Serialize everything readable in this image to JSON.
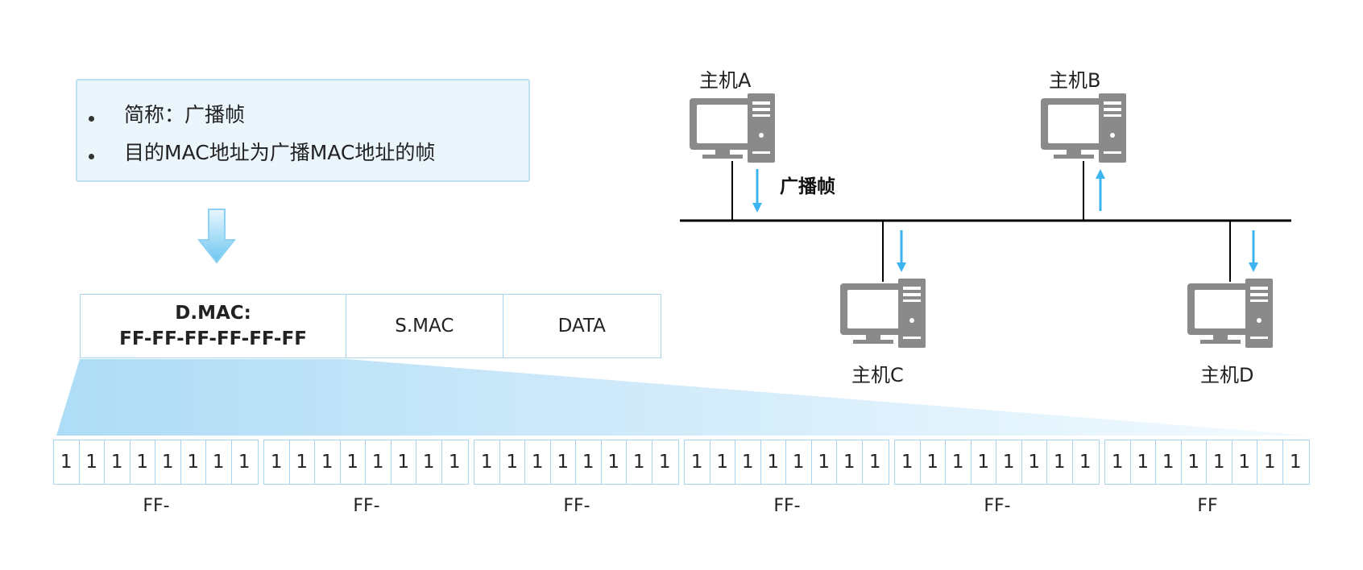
{
  "info": {
    "items": [
      "简称：广播帧",
      "目的MAC地址为广播MAC地址的帧"
    ]
  },
  "frame": {
    "dmac_label": "D.MAC:",
    "dmac_value": "FF-FF-FF-FF-FF-FF",
    "smac": "S.MAC",
    "data": "DATA"
  },
  "bit_value": "1",
  "bit_groups": [
    "FF-",
    "FF-",
    "FF-",
    "FF-",
    "FF-",
    "FF"
  ],
  "hosts": {
    "a": "主机A",
    "b": "主机B",
    "c": "主机C",
    "d": "主机D"
  },
  "broadcast_label": "广播帧",
  "colors": {
    "accent_blue": "#3db4ef",
    "box_border": "#a8d4ee",
    "info_bg": "#eaf5fc",
    "computer_gray": "#8a8a8a"
  }
}
